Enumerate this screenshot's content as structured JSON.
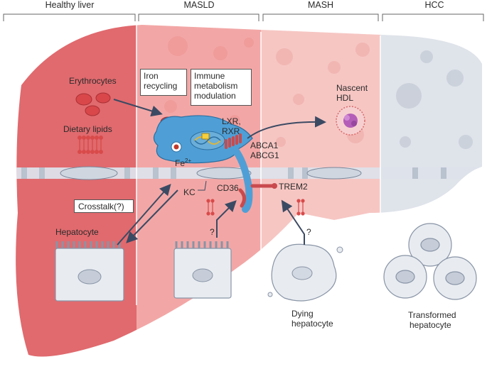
{
  "stages": {
    "healthy": "Healthy liver",
    "masld": "MASLD",
    "mash": "MASH",
    "hcc": "HCC"
  },
  "labels": {
    "erythrocytes": "Erythrocytes",
    "dietary_lipids": "Dietary lipids",
    "iron_recycling_1": "Iron",
    "iron_recycling_2": "recycling",
    "immune_1": "Immune",
    "immune_2": "metabolism",
    "immune_3": "modulation",
    "lxr": "LXR,",
    "rxr": "RXR",
    "fe": "Fe",
    "fe_sup": "2+",
    "abca1": "ABCA1",
    "abcg1": "ABCG1",
    "nascent_1": "Nascent",
    "nascent_2": "HDL",
    "kc": "KC",
    "cd36": "CD36",
    "trem2": "TREM2",
    "crosstalk": "Crosstalk(?)",
    "hepatocyte": "Hepatocyte",
    "q1": "?",
    "q2": "?",
    "dying_1": "Dying",
    "dying_2": "hepatocyte",
    "transformed_1": "Transformed",
    "transformed_2": "hepatocyte"
  },
  "colors": {
    "healthy_liver": "#e06a6e",
    "masld_liver": "#f2a7a6",
    "mash_liver": "#f6c6c3",
    "hcc_liver": "#dfe3ea",
    "kupffer_cell": "#4f9fd6",
    "erythrocyte": "#d9474b",
    "hepatocyte": "#e8ecf1",
    "arrow": "#3b4a63",
    "lipid": "#d94a4a",
    "hdl": "#b35db8"
  }
}
